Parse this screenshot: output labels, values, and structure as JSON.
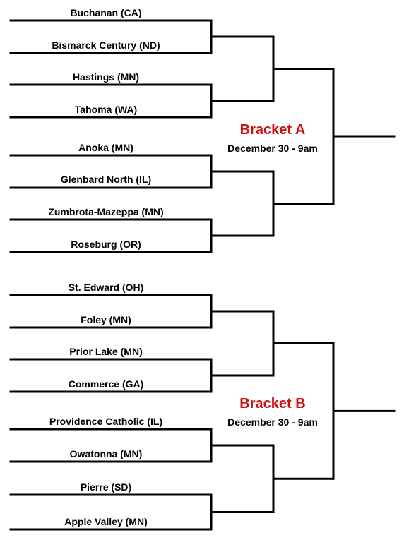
{
  "colors": {
    "line": "#000000",
    "title": "#cc1111",
    "text": "#000000"
  },
  "brackets": [
    {
      "title": "Bracket A",
      "date": "December 30 - 9am",
      "teams": [
        "Buchanan (CA)",
        "Bismarck Century (ND)",
        "Hastings (MN)",
        "Tahoma (WA)",
        "Anoka (MN)",
        "Glenbard North (IL)",
        "Zumbrota-Mazeppa (MN)",
        "Roseburg (OR)"
      ]
    },
    {
      "title": "Bracket B",
      "date": "December 30 - 9am",
      "teams": [
        "St. Edward (OH)",
        "Foley (MN)",
        "Prior Lake (MN)",
        "Commerce (GA)",
        "Providence Catholic (IL)",
        "Owatonna (MN)",
        "Pierre (SD)",
        "Apple Valley (MN)"
      ]
    }
  ]
}
